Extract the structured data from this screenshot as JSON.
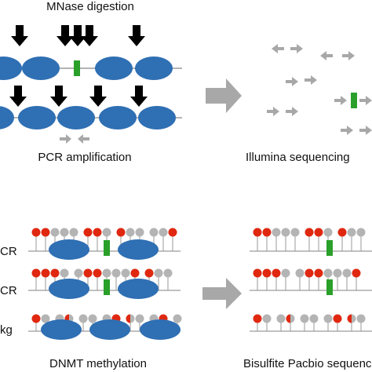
{
  "labels": {
    "mnase": "MNase digestion",
    "pcr_amp": "PCR amplification",
    "illumina": "Illumina sequencing",
    "dnmt": "DNMT methylation",
    "bisulfite": "Bisulfite Pacbio sequencing",
    "row1": "CR",
    "row2": "CR",
    "row3": "kg"
  },
  "colors": {
    "nucleosome": "#2f6fb3",
    "marker": "#2aa02a",
    "arrow_gray": "#a8a8a8",
    "arrow_black": "#000000",
    "methylated": "#e02810",
    "unmethylated": "#b4b4b4"
  }
}
